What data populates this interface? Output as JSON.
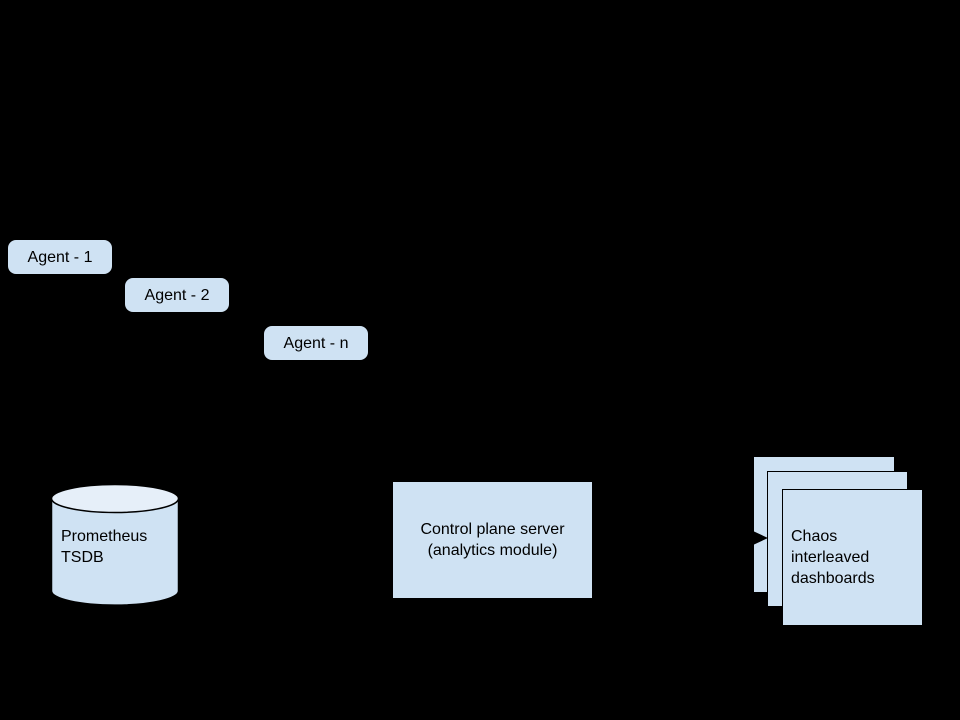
{
  "canvas": {
    "background_color": "#000000",
    "shape_fill_color": "#cfe2f3",
    "cylinder_top_color": "#e6eff9",
    "outline_color": "#000000"
  },
  "agents": [
    {
      "label": "Agent - 1"
    },
    {
      "label": "Agent - 2"
    },
    {
      "label": "Agent - n"
    }
  ],
  "database": {
    "label": "Prometheus\nTSDB"
  },
  "control_plane": {
    "label": "Control plane server\n(analytics module)"
  },
  "dashboards": {
    "label": "Chaos\ninterleaved\ndashboards",
    "stack_count": 3
  },
  "connector": {
    "type": "arrow",
    "from": "control-plane-server",
    "to": "dashboards-stack"
  }
}
